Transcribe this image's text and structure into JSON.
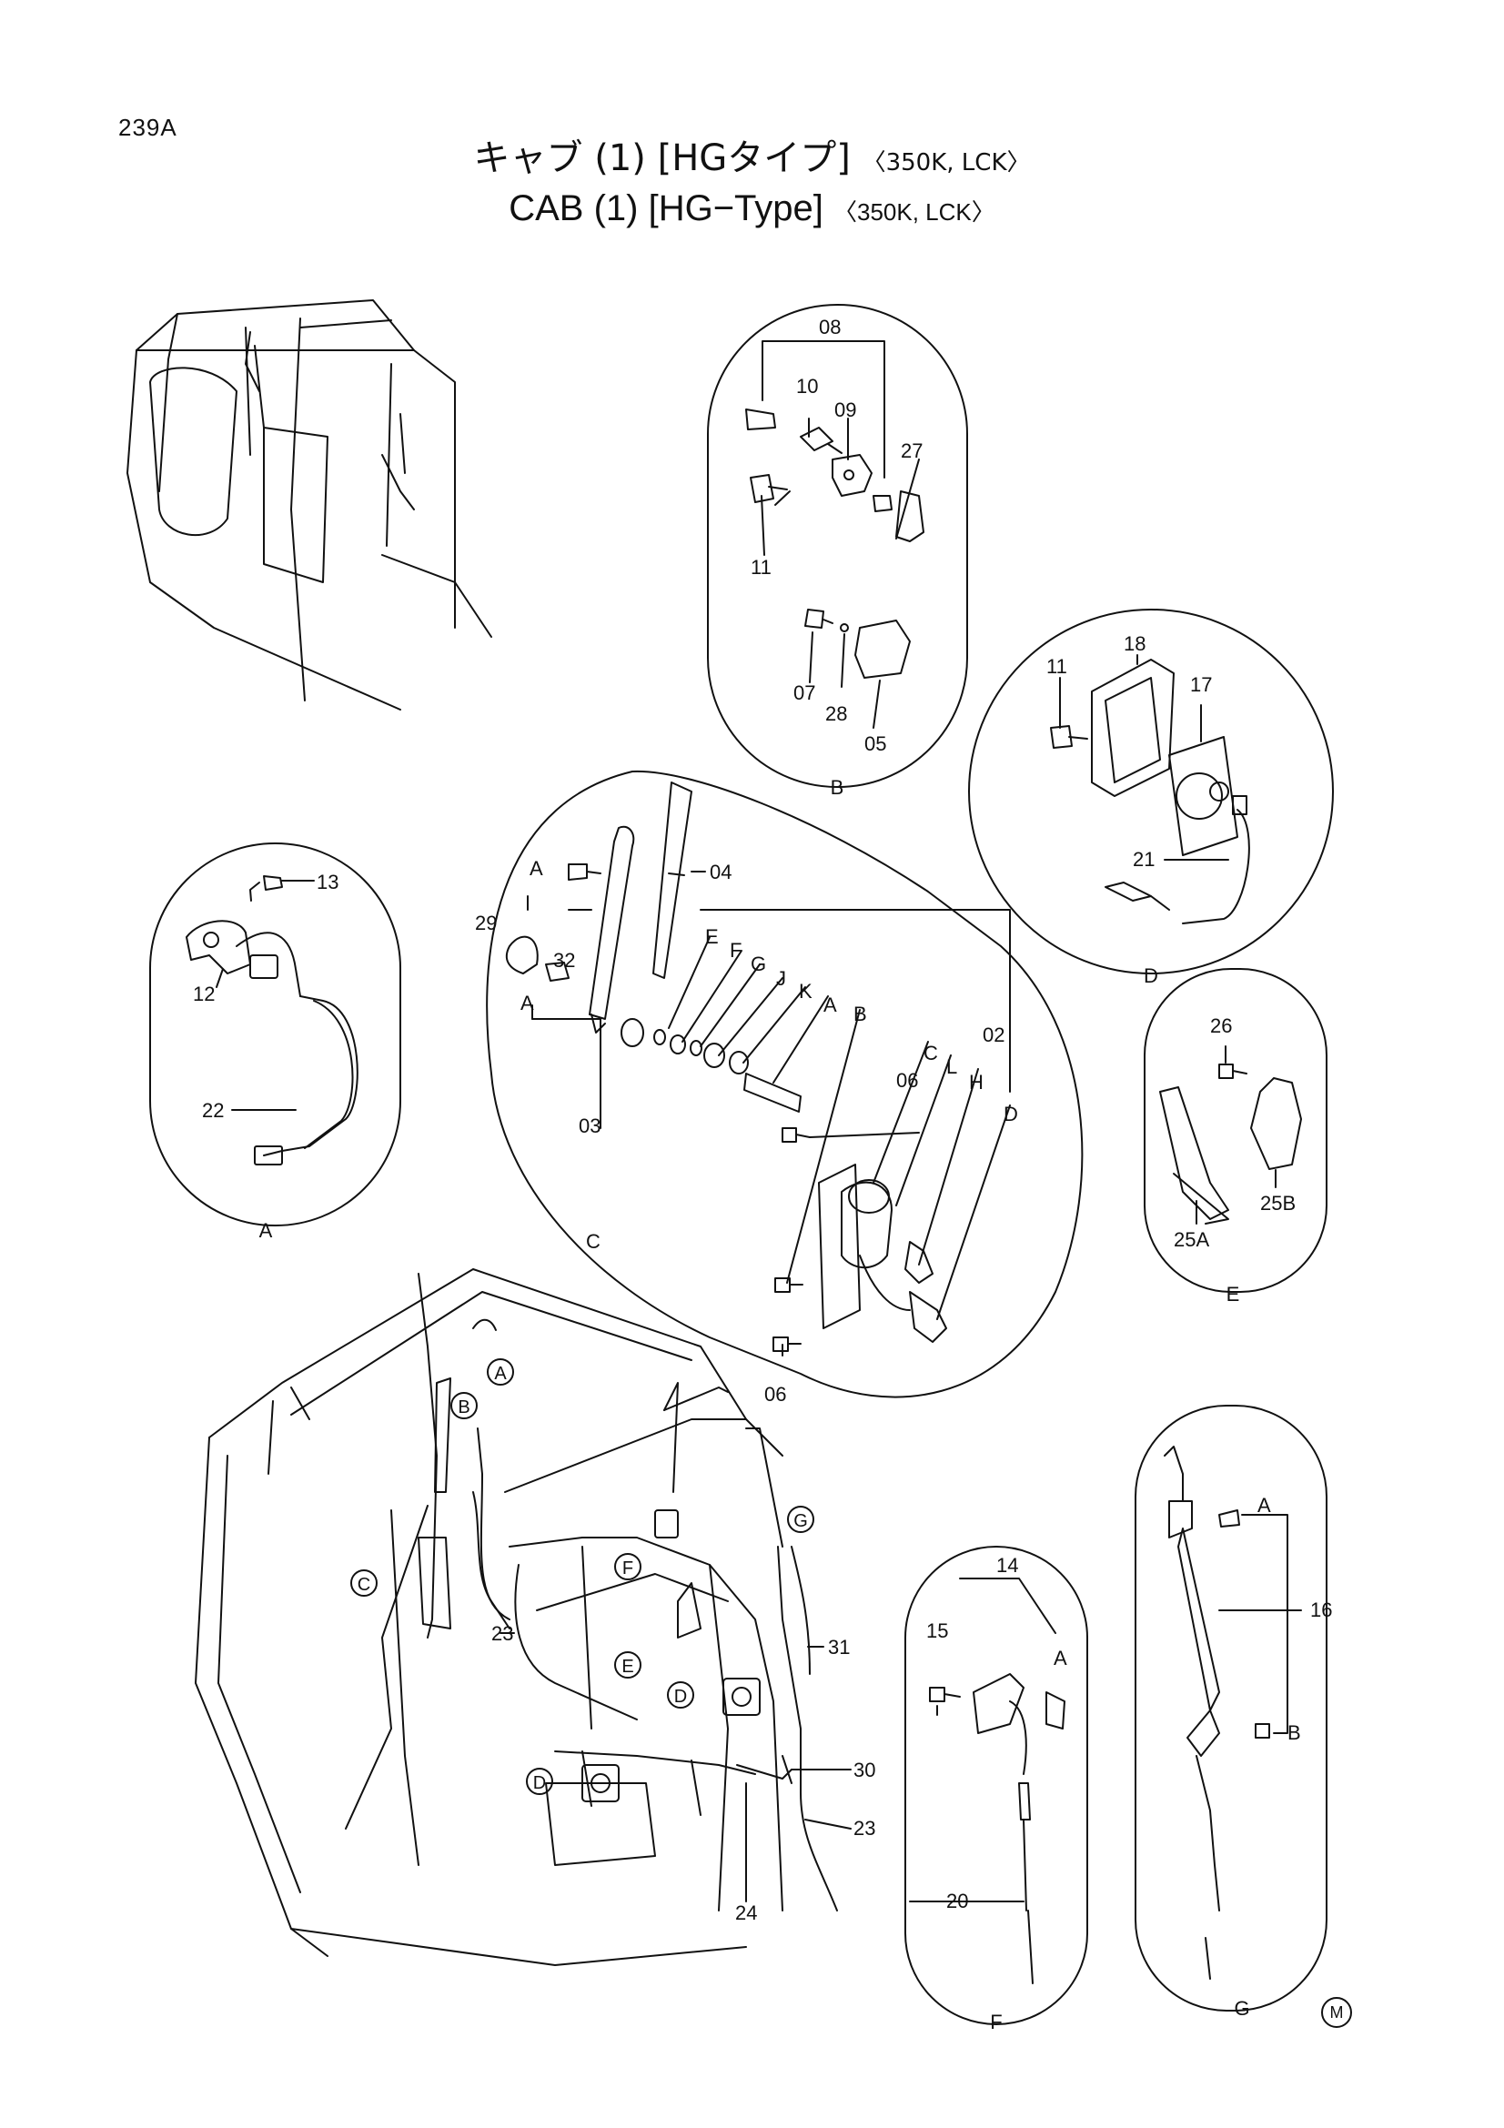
{
  "page_number": "239A",
  "title_jp": {
    "main": "キャブ (1) [HGタイプ]",
    "variant": "〈350K, LCK〉"
  },
  "title_en": {
    "main": "CAB (1) [HG−Type]",
    "variant": "〈350K, LCK〉"
  },
  "corner_mark": "M",
  "detail_letters": {
    "A": "A",
    "B": "B",
    "C": "C",
    "D": "D",
    "E": "E",
    "F": "F",
    "G": "G"
  },
  "detail_A": {
    "parts": [
      "13",
      "12",
      "22"
    ]
  },
  "detail_B": {
    "parts": [
      "08",
      "10",
      "09",
      "27",
      "11",
      "07",
      "28",
      "05"
    ]
  },
  "detail_C": {
    "parts": [
      "04",
      "29",
      "32",
      "03",
      "06",
      "06",
      "02"
    ],
    "sub_letters": [
      "A",
      "A",
      "E",
      "F",
      "G",
      "J",
      "K",
      "A",
      "B",
      "C",
      "L",
      "H",
      "D"
    ]
  },
  "detail_D": {
    "parts": [
      "11",
      "18",
      "17",
      "21"
    ]
  },
  "detail_E": {
    "parts": [
      "26",
      "25B",
      "25A"
    ]
  },
  "detail_F": {
    "parts": [
      "14",
      "15",
      "A",
      "20"
    ]
  },
  "detail_G": {
    "parts": [
      "A",
      "16",
      "B"
    ]
  },
  "main_cab": {
    "callouts": [
      "A",
      "B",
      "C",
      "F",
      "E",
      "D",
      "D",
      "G"
    ],
    "parts": [
      "31",
      "30",
      "23",
      "23",
      "24"
    ]
  }
}
